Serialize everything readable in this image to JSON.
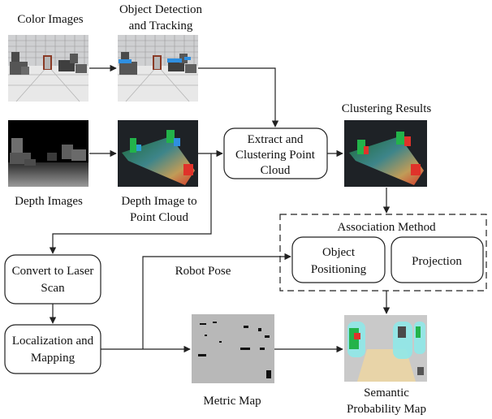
{
  "diagram": {
    "inputs": {
      "color_images": "Color Images",
      "depth_images": "Depth Images"
    },
    "detection": {
      "line1": "Object Detection",
      "line2": "and Tracking"
    },
    "depth_to_cloud": {
      "line1": "Depth Image to",
      "line2": "Point Cloud"
    },
    "extract_box": {
      "line1": "Extract and",
      "line2": "Clustering Point",
      "line3": "Cloud"
    },
    "clustering_results": "Clustering Results",
    "association": {
      "title": "Association Method",
      "object_positioning": {
        "line1": "Object",
        "line2": "Positioning"
      },
      "projection": "Projection"
    },
    "robot_pose": "Robot Pose",
    "laser_box": {
      "line1": "Convert to Laser",
      "line2": "Scan"
    },
    "localization_box": {
      "line1": "Localization and",
      "line2": "Mapping"
    },
    "metric_map": "Metric Map",
    "semantic_map": {
      "line1": "Semantic",
      "line2": "Probability Map"
    }
  },
  "colors": {
    "stroke": "#222222",
    "floor": "#dcdcdc",
    "depth_bg": "#000000",
    "cloud_bg": "#1e2226",
    "map_bg": "#b8b8b8",
    "accent_blue": "#2f8fe0",
    "accent_green": "#23b34a",
    "accent_red": "#e0322a"
  }
}
